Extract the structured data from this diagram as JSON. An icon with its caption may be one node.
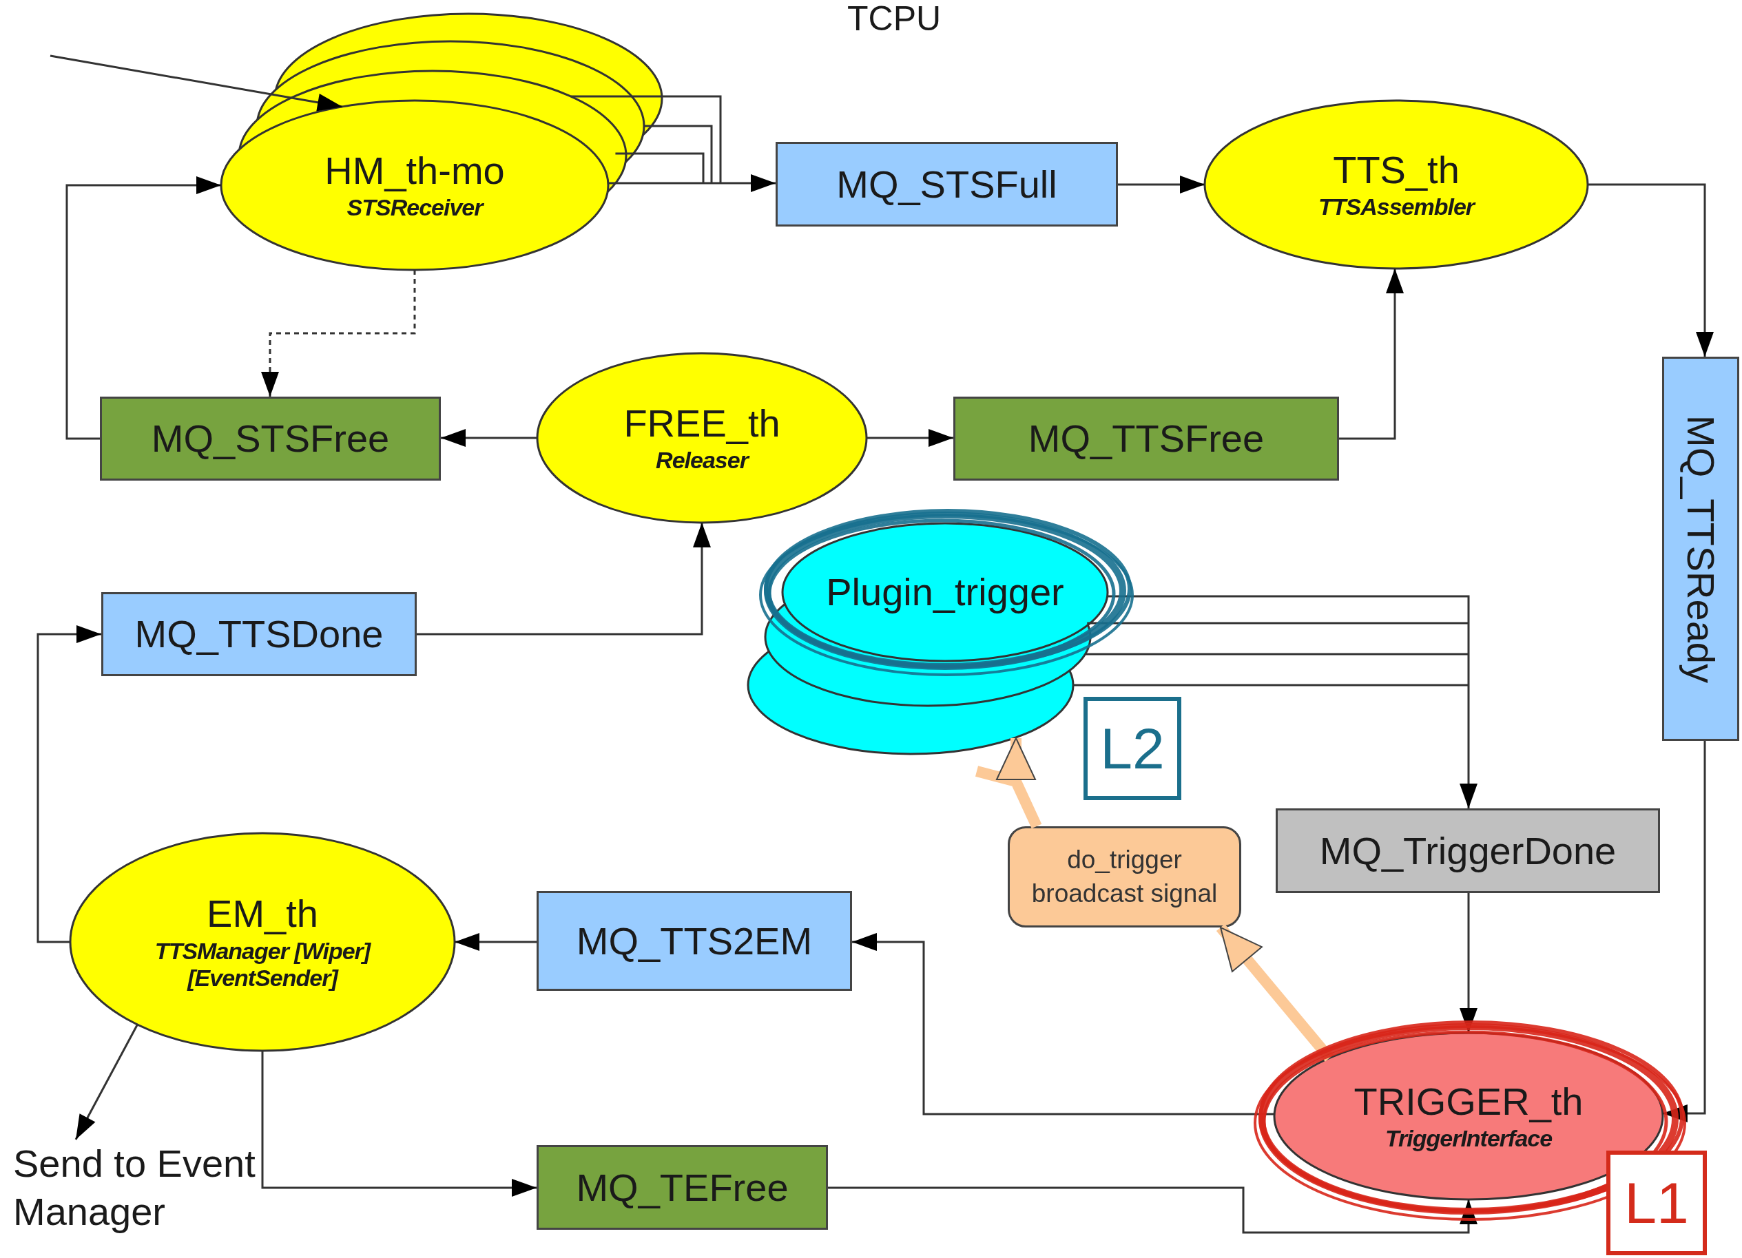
{
  "diagram": {
    "title": "TCPU",
    "nodes": [
      {
        "text": [
          "HM_th-mo",
          "STSReceiver"
        ]
      },
      {
        "text": [
          "MQ_STSFull"
        ]
      },
      {
        "text": [
          "TTS_th",
          "TTSAssembler"
        ]
      },
      {
        "text": [
          "MQ_TTSReady"
        ]
      },
      {
        "text": [
          "MQ_STSFree"
        ]
      },
      {
        "text": [
          "FREE_th",
          "Releaser"
        ]
      },
      {
        "text": [
          "MQ_TTSFree"
        ]
      },
      {
        "text": [
          "Plugin_trigger"
        ]
      },
      {
        "text": [
          "L2"
        ]
      },
      {
        "text": [
          "MQ_TTSDone"
        ]
      },
      {
        "text": [
          "do_trigger broadcast signal"
        ]
      },
      {
        "text": [
          "MQ_TriggerDone"
        ]
      },
      {
        "text": [
          "EM_th",
          "TTSManager [Wiper][EventSender]"
        ]
      },
      {
        "text": [
          "MQ_TTS2EM"
        ]
      },
      {
        "text": [
          "TRIGGER_th",
          "TriggerInterface"
        ]
      },
      {
        "text": [
          "L1"
        ]
      },
      {
        "text": [
          "Send to Event Manager"
        ]
      },
      {
        "text": [
          "MQ_TEFree"
        ]
      }
    ],
    "edges": [
      {
        "from": null,
        "to": 0,
        "arrow": "to"
      },
      {
        "from": 0,
        "to": 1,
        "arrow": "to"
      },
      {
        "from": 1,
        "to": 2,
        "arrow": "to"
      },
      {
        "from": 2,
        "to": 3,
        "arrow": "to"
      },
      {
        "from": 0,
        "to": 4,
        "arrow": "to",
        "style": "dashed"
      },
      {
        "from": 4,
        "to": 0,
        "arrow": "to"
      },
      {
        "from": 5,
        "to": 4,
        "arrow": "to"
      },
      {
        "from": 5,
        "to": 6,
        "arrow": "to"
      },
      {
        "from": 6,
        "to": 2,
        "arrow": "to"
      },
      {
        "from": 9,
        "to": 5,
        "arrow": "to"
      },
      {
        "from": 12,
        "to": 9,
        "arrow": "to"
      },
      {
        "from": 13,
        "to": 12,
        "arrow": "to"
      },
      {
        "from": 14,
        "to": 13,
        "arrow": "to"
      },
      {
        "from": 12,
        "to": 17,
        "arrow": "to"
      },
      {
        "from": 17,
        "to": 14,
        "arrow": "to"
      },
      {
        "from": 3,
        "to": 14,
        "arrow": "to"
      },
      {
        "from": 7,
        "to": 11,
        "arrow": "to"
      },
      {
        "from": 11,
        "to": 14,
        "arrow": "to"
      },
      {
        "from": 14,
        "to": 10,
        "arrow": "to",
        "style": "thick",
        "color": "#fcc997"
      },
      {
        "from": 10,
        "to": 7,
        "arrow": "to",
        "style": "thick",
        "color": "#fcc997"
      },
      {
        "from": 12,
        "to": 16,
        "arrow": "to"
      }
    ]
  }
}
